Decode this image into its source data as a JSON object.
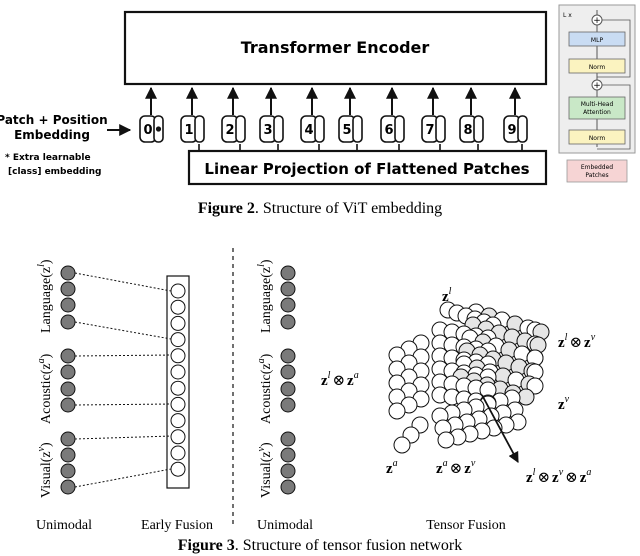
{
  "vit": {
    "encoder_label": "Transformer Encoder",
    "projection_label": "Linear Projection of Flattened Patches",
    "patch_embed_label_line1": "Patch + Position",
    "patch_embed_label_line2": "Embedding",
    "extra_line1": "* Extra learnable",
    "extra_line2": "[class] embedding",
    "tokens": [
      "0",
      "1",
      "2",
      "3",
      "4",
      "5",
      "6",
      "7",
      "8",
      "9"
    ],
    "encoder_block": {
      "repeat_label": "L x",
      "mlp": "MLP",
      "norm_top": "Norm",
      "attention_line1": "Multi-Head",
      "attention_line2": "Attention",
      "norm_bottom": "Norm",
      "embedded_line1": "Embedded",
      "embedded_line2": "Patches",
      "plus": "+"
    }
  },
  "figure2_caption": {
    "prefix": "Figure 2",
    "text": ". Structure of ViT embedding"
  },
  "fusion": {
    "left_labels": {
      "language": "Language(z",
      "language_sup": "l",
      "acoustic": "Acoustic(z",
      "acoustic_sup": "a",
      "visual": "Visual(z",
      "visual_sup": "v",
      "close": ")"
    },
    "unimodal_left": "Unimodal",
    "early_fusion": "Early Fusion",
    "unimodal_right": "Unimodal",
    "tensor_fusion": "Tensor Fusion",
    "tensor_labels": {
      "zl": "z",
      "zl_sup": "l",
      "zl_zv": "z",
      "zl_zv_sup1": "l",
      "zl_zv_op": "⊗",
      "zl_zv_b": "z",
      "zl_zv_sup2": "v",
      "zv": "z",
      "zv_sup": "v",
      "zl_za": "z",
      "zl_za_sup1": "l",
      "zl_za_op": "⊗",
      "zl_za_b": "z",
      "zl_za_sup2": "a",
      "za": "z",
      "za_sup": "a",
      "za_zv": "z",
      "za_zv_sup1": "a",
      "za_zv_op": "⊗",
      "za_zv_b": "z",
      "za_zv_sup2": "v",
      "triple": "z",
      "triple_sup1": "l",
      "triple_op1": "⊗",
      "triple_b": "z",
      "triple_sup2": "v",
      "triple_op2": "⊗",
      "triple_c": "z",
      "triple_sup3": "a"
    }
  },
  "figure3_caption": {
    "prefix": "Figure 3",
    "text": ". Structure of tensor fusion network"
  },
  "colors": {
    "stroke": "#111111",
    "gray_node": "#7a7a7a",
    "mlp_fill": "#c9dcf3",
    "norm_fill": "#fbf3c0",
    "embedded_fill": "#f6d4d4",
    "panel_fill": "#eeeeee"
  }
}
